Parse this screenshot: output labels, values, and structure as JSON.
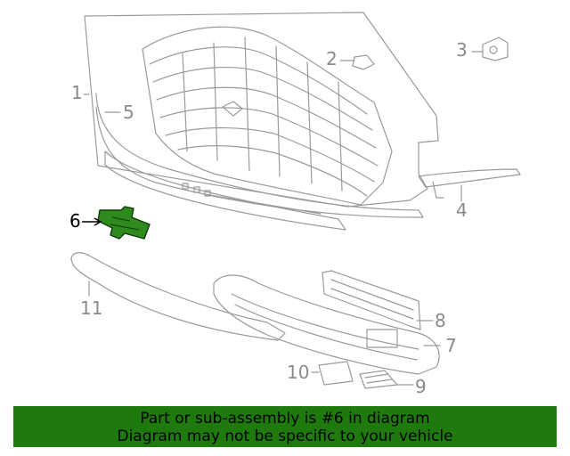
{
  "diagram": {
    "callouts": [
      {
        "id": "1",
        "label": "1"
      },
      {
        "id": "2",
        "label": "2"
      },
      {
        "id": "3",
        "label": "3"
      },
      {
        "id": "4",
        "label": "4"
      },
      {
        "id": "5",
        "label": "5"
      },
      {
        "id": "6",
        "label": "6"
      },
      {
        "id": "7",
        "label": "7"
      },
      {
        "id": "8",
        "label": "8"
      },
      {
        "id": "9",
        "label": "9"
      },
      {
        "id": "10",
        "label": "10"
      },
      {
        "id": "11",
        "label": "11"
      }
    ],
    "highlighted_part": "6",
    "colors": {
      "highlight_fill": "#2f8a1e",
      "line": "#9a9a9a",
      "banner": "#1f7a0e"
    }
  },
  "banner": {
    "line1": "Part or sub-assembly is #6 in diagram",
    "line2": "Diagram may not be specific to your vehicle"
  }
}
